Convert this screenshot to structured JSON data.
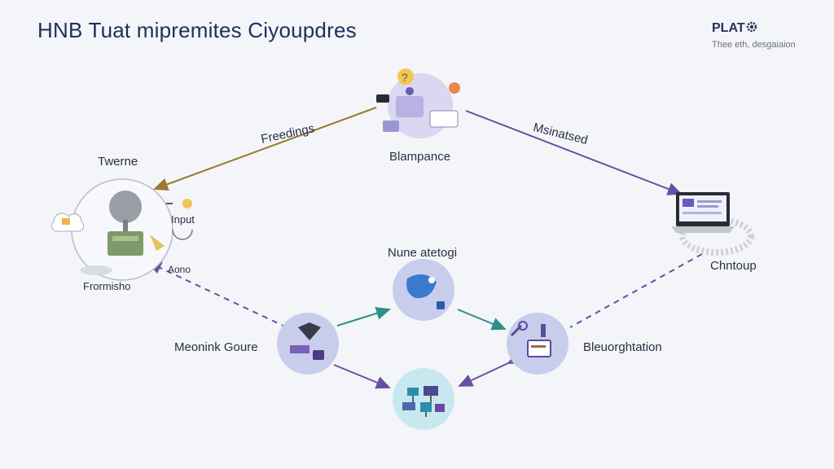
{
  "header": {
    "title": "HNB Tuat mipremites Ciyoupdres",
    "brand": "PLAT",
    "brand_tagline": "Thee eth, desgaiaion"
  },
  "nodes": {
    "top": {
      "label": "Blampance",
      "icon": "people-laptop-icon"
    },
    "left": {
      "title": "Twerne",
      "inner_label": "Input",
      "sub_label": "Aono",
      "caption": "Frormisho",
      "icon": "server-cloud-icon"
    },
    "right": {
      "label": "Chntoup",
      "icon": "laptop-icon"
    },
    "center_top": {
      "label": "Nune atetogi",
      "icon": "bird-icon"
    },
    "center_left": {
      "label": "Meonink Goure",
      "icon": "diamond-icon"
    },
    "center_right": {
      "label": "Bleuorghtation",
      "icon": "tools-icon"
    },
    "center_bottom": {
      "icon": "network-icon"
    }
  },
  "edges": {
    "left_edge": "Freedings",
    "right_edge": "Msinatsed"
  },
  "colors": {
    "brown_arrow": "#9a7a2c",
    "purple_arrow": "#6a4fa0",
    "teal_arrow": "#2e8f8a",
    "node_fill": "#c9cdec",
    "node_fill_teal": "#c8e8ef"
  }
}
